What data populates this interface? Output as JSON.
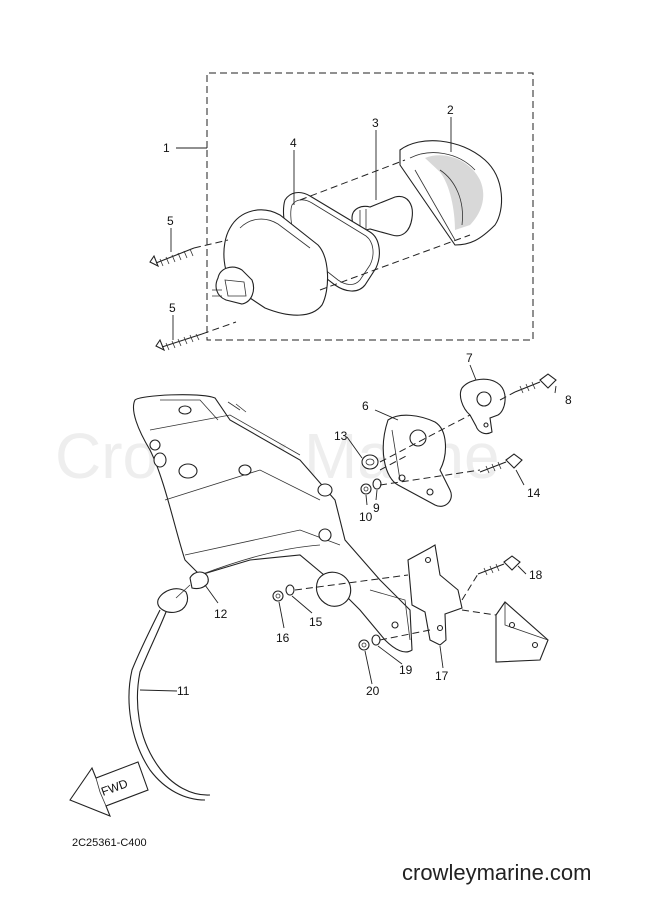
{
  "watermark": "Crowley Marine",
  "diagram_code": "2C25361-C400",
  "site_url": "crowleymarine.com",
  "fwd_label": "FWD",
  "callouts": {
    "c1": "1",
    "c2": "2",
    "c3": "3",
    "c4": "4",
    "c5a": "5",
    "c5b": "5",
    "c6": "6",
    "c7": "7",
    "c8": "8",
    "c9": "9",
    "c10": "10",
    "c11": "11",
    "c12": "12",
    "c13": "13",
    "c14": "14",
    "c15": "15",
    "c16": "16",
    "c17": "17",
    "c18": "18",
    "c19": "19",
    "c20": "20"
  }
}
